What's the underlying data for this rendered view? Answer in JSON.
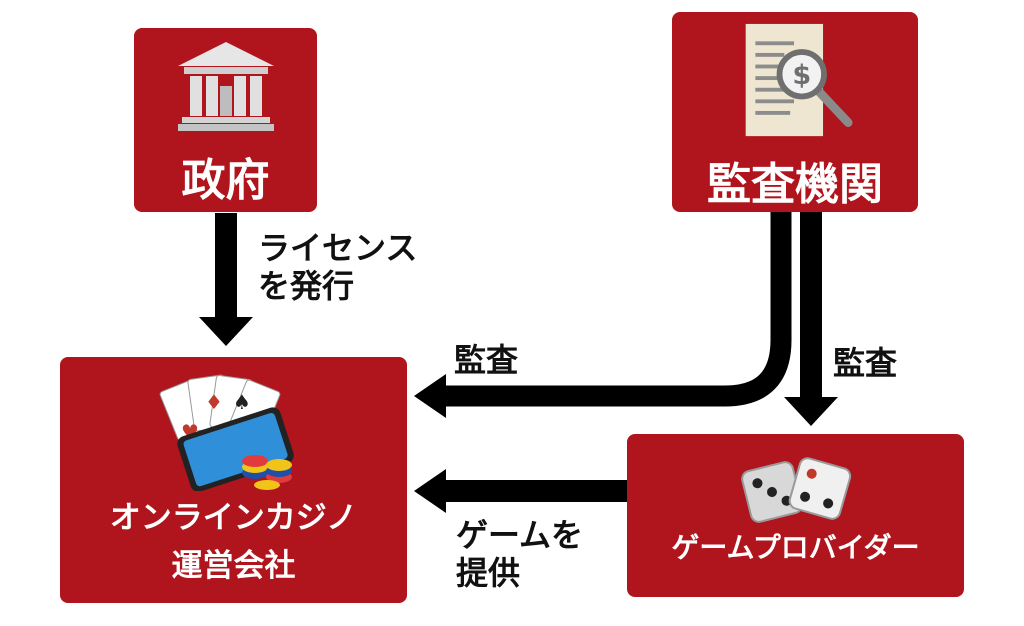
{
  "nodes": {
    "government": {
      "label": "政府",
      "icon": "government-building-icon"
    },
    "auditor": {
      "label": "監査機関",
      "icon": "audit-document-magnifier-icon"
    },
    "operator": {
      "label_line1": "オンラインカジノ",
      "label_line2": "運営会社",
      "icon": "playing-cards-smartphone-chips-icon"
    },
    "provider": {
      "label": "ゲームプロバイダー",
      "icon": "dice-icon"
    }
  },
  "edges": {
    "license": {
      "line1": "ライセンス",
      "line2": "を発行"
    },
    "audit_operator": {
      "label": "監査"
    },
    "audit_provider": {
      "label": "監査"
    },
    "games": {
      "line1": "ゲームを",
      "line2": "提供"
    }
  },
  "colors": {
    "box": "#b0141c",
    "arrow": "#000000",
    "text": "#111111"
  }
}
